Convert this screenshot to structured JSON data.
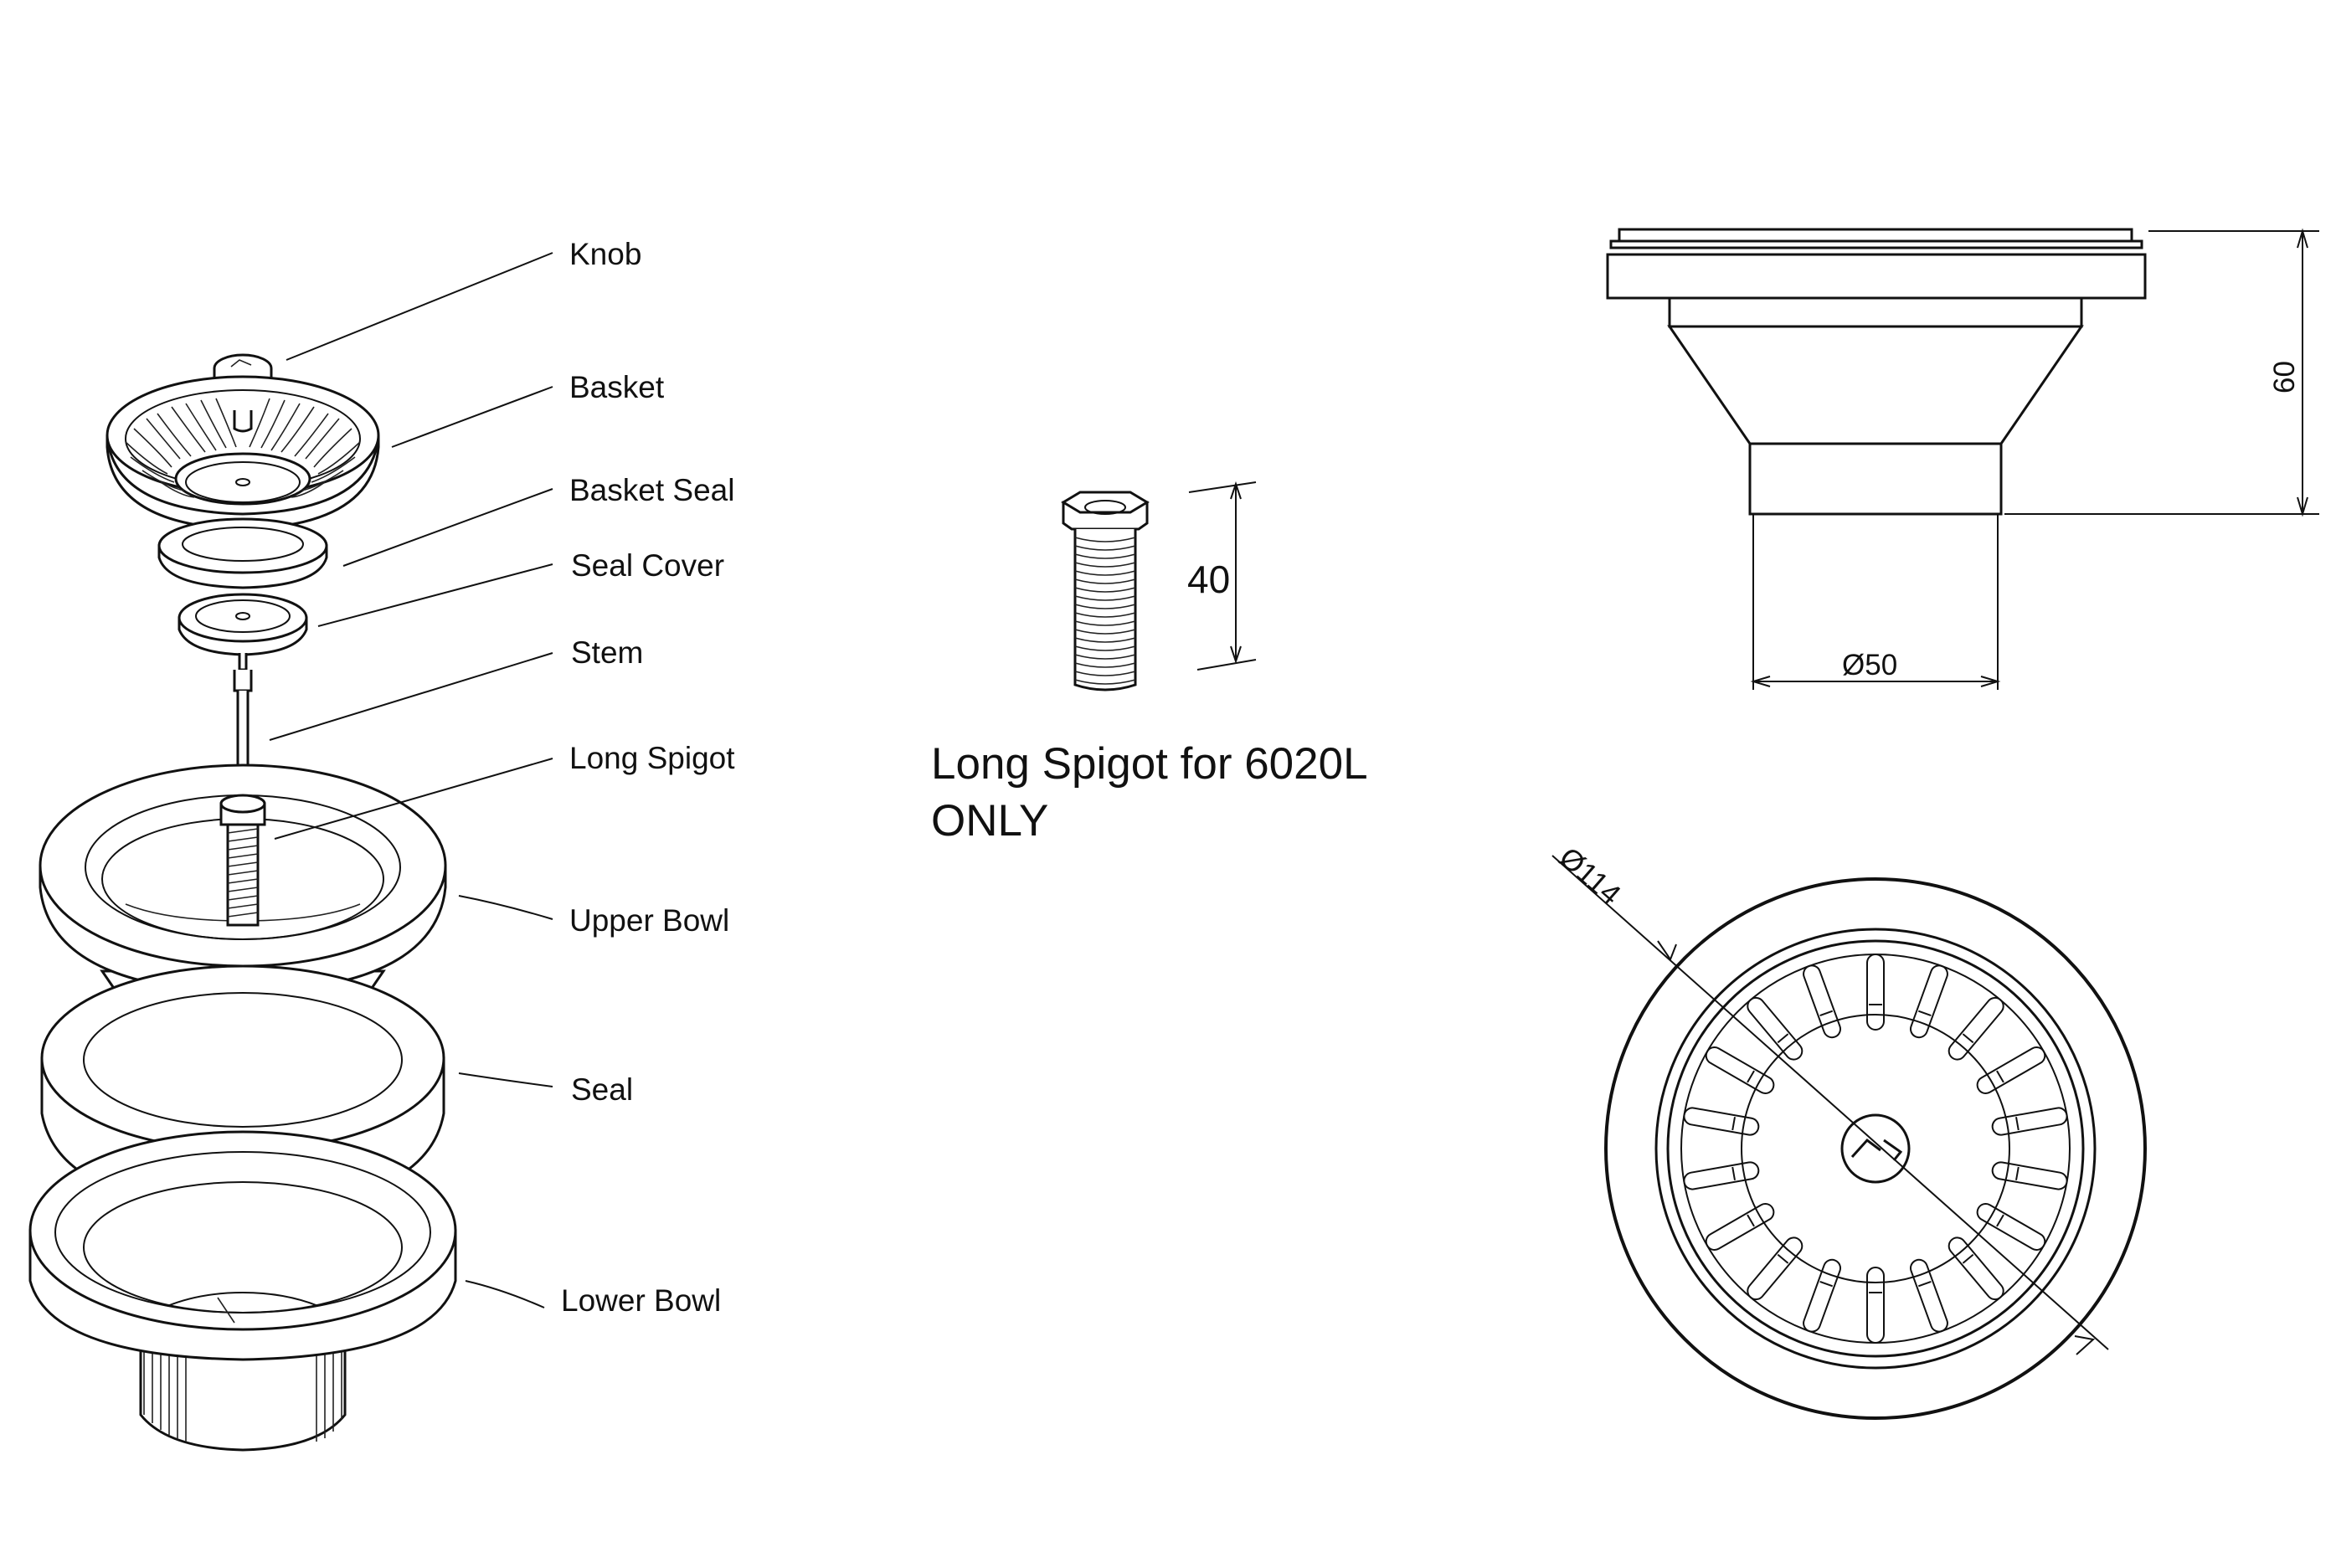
{
  "exploded_view": {
    "labels": [
      "Knob",
      "Basket",
      "Basket Seal",
      "Seal Cover",
      "Stem",
      "Long Spigot",
      "Upper Bowl",
      "Seal",
      "Lower Bowl"
    ]
  },
  "spigot_detail": {
    "length_dimension": "40",
    "caption_line1": "Long Spigot for 6020L",
    "caption_line2": "ONLY"
  },
  "side_view": {
    "height_dimension": "60",
    "outlet_diameter": "Ø50"
  },
  "top_view": {
    "flange_diameter": "Ø114"
  }
}
